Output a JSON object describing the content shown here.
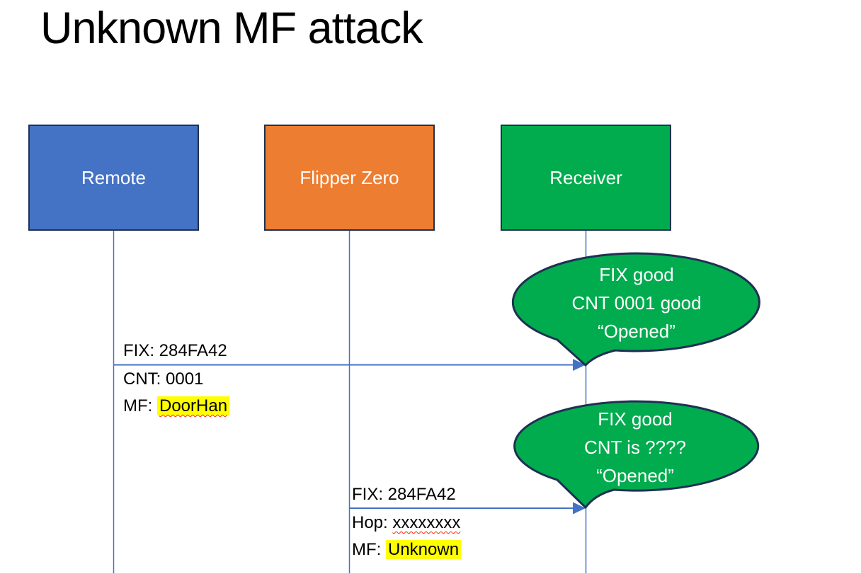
{
  "title": "Unknown MF attack",
  "actors": [
    {
      "label": "Remote",
      "fill": "#4472C4"
    },
    {
      "label": "Flipper Zero",
      "fill": "#ED7D31"
    },
    {
      "label": "Receiver",
      "fill": "#00AC4E"
    }
  ],
  "messages": [
    {
      "lines": [
        {
          "text": "FIX: 284FA42"
        },
        {
          "text": "CNT: 0001"
        },
        {
          "prefix": "MF: ",
          "emph": "DoorHan"
        }
      ]
    },
    {
      "lines": [
        {
          "text": "FIX: 284FA42"
        },
        {
          "prefix": "Hop: ",
          "emph": "xxxxxxxx"
        },
        {
          "prefix": "MF: ",
          "emph": "Unknown"
        }
      ]
    }
  ],
  "callouts": [
    {
      "lines": [
        "FIX good",
        "CNT 0001 good",
        "“Opened”"
      ]
    },
    {
      "lines": [
        "FIX good",
        "CNT is ????",
        "“Opened”"
      ]
    }
  ],
  "colors": {
    "actor_blue": "#4472C4",
    "actor_orange": "#ED7D31",
    "actor_green": "#00AC4E",
    "shape_border": "#1f3152",
    "connector_blue": "#4472C4",
    "bubble_green": "#00AC4E",
    "highlight_yellow": "#FFFF00",
    "squiggle_red": "#FF2A00",
    "title_black": "#000000"
  }
}
